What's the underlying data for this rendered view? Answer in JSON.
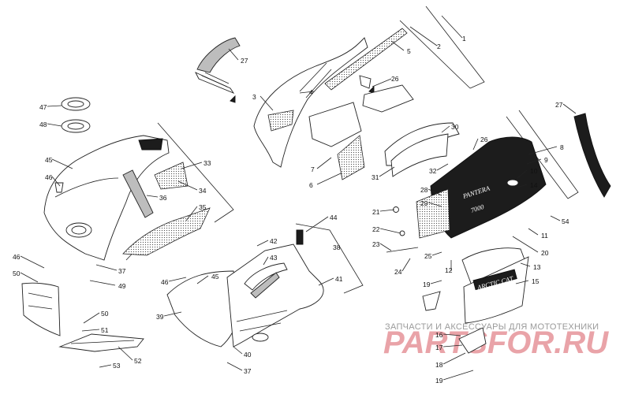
{
  "watermark": {
    "line1": "ЗАПЧАСТИ И АКСЕССУАРЫ ДЛЯ МОТОТЕХНИКИ",
    "line2": "PARTSFOR.RU"
  },
  "decals": {
    "model": "PANTERA",
    "model_sub": "7000",
    "brand": "ARCTIC CAT"
  },
  "callouts": {
    "c1": "1",
    "c2": "2",
    "c3": "3",
    "c4": "4",
    "c5": "5",
    "c6": "6",
    "c7": "7",
    "c8": "8",
    "c9": "9",
    "c10": "10",
    "c11": "11",
    "c12": "12",
    "c13": "13",
    "c14": "14",
    "c15": "15",
    "c16": "16",
    "c17": "17",
    "c18": "18",
    "c19a": "19",
    "c19b": "19",
    "c20": "20",
    "c21": "21",
    "c22": "22",
    "c23": "23",
    "c24": "24",
    "c25": "25",
    "c26a": "26",
    "c26b": "26",
    "c27a": "27",
    "c27b": "27",
    "c28": "28",
    "c29": "29",
    "c30": "30",
    "c31": "31",
    "c32": "32",
    "c33": "33",
    "c34": "34",
    "c35": "35",
    "c36": "36",
    "c37a": "37",
    "c37b": "37",
    "c38": "38",
    "c39": "39",
    "c40": "40",
    "c41": "41",
    "c42": "42",
    "c43": "43",
    "c44": "44",
    "c45a": "45",
    "c45b": "45",
    "c46a": "46",
    "c46b": "46",
    "c46c": "46",
    "c47": "47",
    "c48": "48",
    "c49": "49",
    "c50a": "50",
    "c50b": "50",
    "c51": "51",
    "c52": "52",
    "c53": "53",
    "c54": "54"
  }
}
